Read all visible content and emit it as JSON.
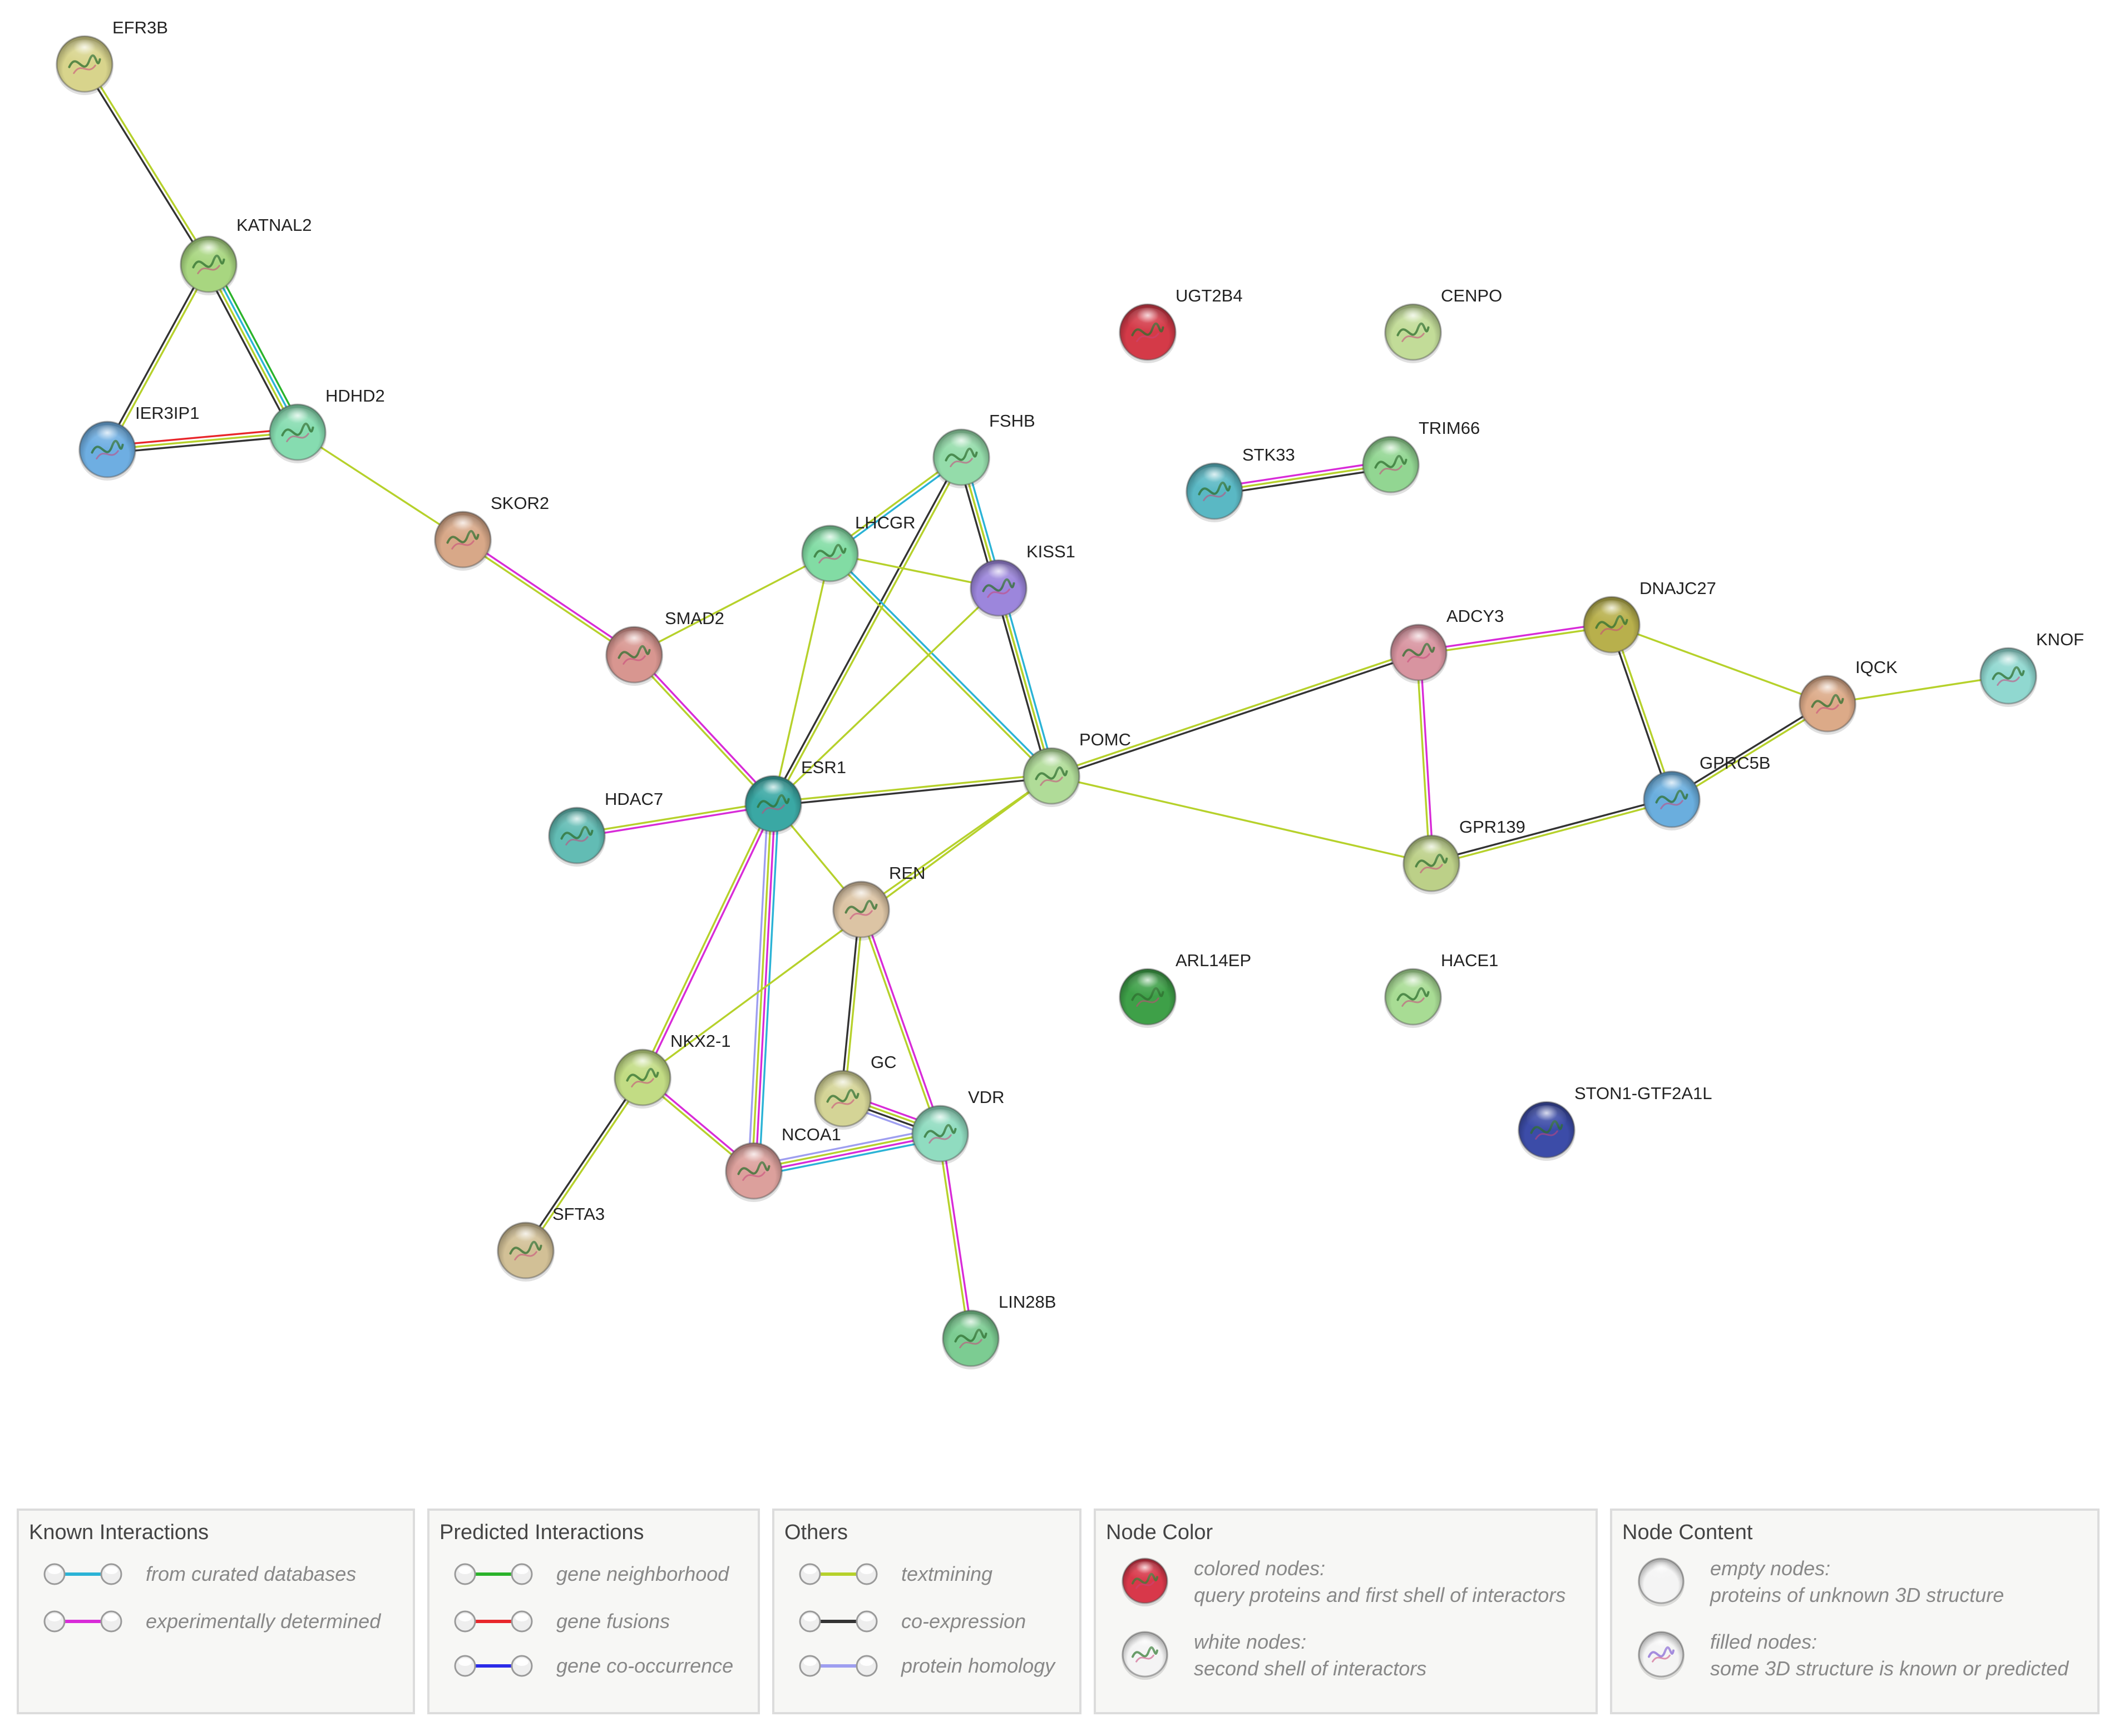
{
  "network": {
    "nodes": [
      {
        "id": "EFR3B",
        "color": "#d8d48c",
        "structure": true
      },
      {
        "id": "KATNAL2",
        "color": "#a8d680",
        "structure": true
      },
      {
        "id": "IER3IP1",
        "color": "#6eaee2",
        "structure": true
      },
      {
        "id": "HDHD2",
        "color": "#86dcb0",
        "structure": true
      },
      {
        "id": "SKOR2",
        "color": "#d8a888",
        "structure": true
      },
      {
        "id": "SMAD2",
        "color": "#d89690",
        "structure": true
      },
      {
        "id": "FSHB",
        "color": "#94dcaa",
        "structure": true
      },
      {
        "id": "LHCGR",
        "color": "#82dca4",
        "structure": true
      },
      {
        "id": "KISS1",
        "color": "#9c86dc",
        "structure": true
      },
      {
        "id": "ESR1",
        "color": "#3aa8a4",
        "structure": true
      },
      {
        "id": "HDAC7",
        "color": "#62bcb4",
        "structure": true
      },
      {
        "id": "POMC",
        "color": "#b0dc98",
        "structure": true
      },
      {
        "id": "REN",
        "color": "#dcc4a4",
        "structure": true
      },
      {
        "id": "NKX2-1",
        "color": "#c2dc84",
        "structure": true
      },
      {
        "id": "GC",
        "color": "#d4d496",
        "structure": true
      },
      {
        "id": "VDR",
        "color": "#90dcc0",
        "structure": true
      },
      {
        "id": "NCOA1",
        "color": "#dca09c",
        "structure": true
      },
      {
        "id": "SFTA3",
        "color": "#d2c096",
        "structure": true
      },
      {
        "id": "LIN28B",
        "color": "#7ccc92",
        "structure": true
      },
      {
        "id": "UGT2B4",
        "color": "#d43a48",
        "structure": true
      },
      {
        "id": "CENPO",
        "color": "#c2dc98",
        "structure": true
      },
      {
        "id": "STK33",
        "color": "#5ab8c4",
        "structure": true
      },
      {
        "id": "TRIM66",
        "color": "#92d692",
        "structure": true
      },
      {
        "id": "ADCY3",
        "color": "#d894a0",
        "structure": true
      },
      {
        "id": "DNAJC27",
        "color": "#b8b04c",
        "structure": true
      },
      {
        "id": "IQCK",
        "color": "#dcaa88",
        "structure": true
      },
      {
        "id": "KNOF",
        "color": "#90d8d0",
        "structure": true
      },
      {
        "id": "GPRC5B",
        "color": "#6aaede",
        "structure": true
      },
      {
        "id": "GPR139",
        "color": "#bcd088",
        "structure": true
      },
      {
        "id": "ARL14EP",
        "color": "#3ea048",
        "structure": true
      },
      {
        "id": "HACE1",
        "color": "#a8dc94",
        "structure": true
      },
      {
        "id": "STON1-GTF2A1L",
        "color": "#3c4ca8",
        "structure": true
      }
    ],
    "edges": [
      {
        "source": "EFR3B",
        "target": "KATNAL2",
        "evidence": [
          "textmining",
          "coexpression"
        ]
      },
      {
        "source": "KATNAL2",
        "target": "IER3IP1",
        "evidence": [
          "textmining",
          "coexpression"
        ]
      },
      {
        "source": "KATNAL2",
        "target": "HDHD2",
        "evidence": [
          "neighborhood",
          "curated",
          "textmining",
          "coexpression"
        ]
      },
      {
        "source": "IER3IP1",
        "target": "HDHD2",
        "evidence": [
          "fusion",
          "textmining",
          "coexpression"
        ]
      },
      {
        "source": "HDHD2",
        "target": "SKOR2",
        "evidence": [
          "textmining"
        ]
      },
      {
        "source": "SKOR2",
        "target": "SMAD2",
        "evidence": [
          "experimental",
          "textmining"
        ]
      },
      {
        "source": "SMAD2",
        "target": "ESR1",
        "evidence": [
          "experimental",
          "textmining"
        ]
      },
      {
        "source": "SMAD2",
        "target": "LHCGR",
        "evidence": [
          "textmining"
        ]
      },
      {
        "source": "FSHB",
        "target": "LHCGR",
        "evidence": [
          "curated",
          "textmining"
        ]
      },
      {
        "source": "FSHB",
        "target": "KISS1",
        "evidence": [
          "curated",
          "textmining",
          "coexpression"
        ]
      },
      {
        "source": "FSHB",
        "target": "POMC",
        "evidence": [
          "textmining"
        ]
      },
      {
        "source": "FSHB",
        "target": "ESR1",
        "evidence": [
          "textmining",
          "coexpression"
        ]
      },
      {
        "source": "LHCGR",
        "target": "KISS1",
        "evidence": [
          "textmining"
        ]
      },
      {
        "source": "LHCGR",
        "target": "ESR1",
        "evidence": [
          "textmining"
        ]
      },
      {
        "source": "LHCGR",
        "target": "POMC",
        "evidence": [
          "curated",
          "textmining"
        ]
      },
      {
        "source": "KISS1",
        "target": "POMC",
        "evidence": [
          "curated",
          "textmining",
          "coexpression"
        ]
      },
      {
        "source": "KISS1",
        "target": "ESR1",
        "evidence": [
          "textmining"
        ]
      },
      {
        "source": "ESR1",
        "target": "POMC",
        "evidence": [
          "textmining",
          "coexpression"
        ]
      },
      {
        "source": "ESR1",
        "target": "HDAC7",
        "evidence": [
          "experimental",
          "textmining"
        ]
      },
      {
        "source": "ESR1",
        "target": "REN",
        "evidence": [
          "textmining"
        ]
      },
      {
        "source": "ESR1",
        "target": "NKX2-1",
        "evidence": [
          "experimental",
          "textmining"
        ]
      },
      {
        "source": "ESR1",
        "target": "NCOA1",
        "evidence": [
          "curated",
          "experimental",
          "textmining",
          "homology"
        ]
      },
      {
        "source": "POMC",
        "target": "REN",
        "evidence": [
          "textmining"
        ]
      },
      {
        "source": "POMC",
        "target": "NKX2-1",
        "evidence": [
          "textmining"
        ]
      },
      {
        "source": "POMC",
        "target": "ADCY3",
        "evidence": [
          "textmining",
          "coexpression"
        ]
      },
      {
        "source": "POMC",
        "target": "GPR139",
        "evidence": [
          "textmining"
        ]
      },
      {
        "source": "REN",
        "target": "GC",
        "evidence": [
          "textmining",
          "coexpression"
        ]
      },
      {
        "source": "REN",
        "target": "VDR",
        "evidence": [
          "experimental",
          "textmining"
        ]
      },
      {
        "source": "NKX2-1",
        "target": "SFTA3",
        "evidence": [
          "textmining",
          "coexpression"
        ]
      },
      {
        "source": "NKX2-1",
        "target": "NCOA1",
        "evidence": [
          "experimental",
          "textmining"
        ]
      },
      {
        "source": "GC",
        "target": "VDR",
        "evidence": [
          "experimental",
          "textmining",
          "coexpression",
          "homology"
        ]
      },
      {
        "source": "VDR",
        "target": "NCOA1",
        "evidence": [
          "curated",
          "experimental",
          "textmining",
          "homology"
        ]
      },
      {
        "source": "VDR",
        "target": "LIN28B",
        "evidence": [
          "experimental",
          "textmining"
        ]
      },
      {
        "source": "STK33",
        "target": "TRIM66",
        "evidence": [
          "experimental",
          "textmining",
          "coexpression"
        ]
      },
      {
        "source": "ADCY3",
        "target": "DNAJC27",
        "evidence": [
          "experimental",
          "textmining"
        ]
      },
      {
        "source": "ADCY3",
        "target": "GPR139",
        "evidence": [
          "experimental",
          "textmining"
        ]
      },
      {
        "source": "DNAJC27",
        "target": "IQCK",
        "evidence": [
          "textmining"
        ]
      },
      {
        "source": "DNAJC27",
        "target": "GPRC5B",
        "evidence": [
          "textmining",
          "coexpression"
        ]
      },
      {
        "source": "IQCK",
        "target": "KNOF",
        "evidence": [
          "textmining"
        ]
      },
      {
        "source": "IQCK",
        "target": "GPRC5B",
        "evidence": [
          "textmining",
          "coexpression"
        ]
      },
      {
        "source": "GPRC5B",
        "target": "GPR139",
        "evidence": [
          "textmining",
          "coexpression"
        ]
      }
    ]
  },
  "evidence_colors": {
    "curated": "#2bb3d6",
    "experimental": "#d82bd8",
    "neighborhood": "#2bb32b",
    "fusion": "#e8262b",
    "cooccurrence": "#2b2be8",
    "textmining": "#b6d12b",
    "coexpression": "#333333",
    "homology": "#9e9ef0"
  },
  "legend": {
    "known": {
      "title": "Known Interactions",
      "items": [
        {
          "label": "from curated databases",
          "color": "#2bb3d6"
        },
        {
          "label": "experimentally determined",
          "color": "#d82bd8"
        }
      ]
    },
    "predicted": {
      "title": "Predicted Interactions",
      "items": [
        {
          "label": "gene neighborhood",
          "color": "#2bb32b"
        },
        {
          "label": "gene fusions",
          "color": "#e8262b"
        },
        {
          "label": "gene co-occurrence",
          "color": "#2b2be8"
        }
      ]
    },
    "others": {
      "title": "Others",
      "items": [
        {
          "label": "textmining",
          "color": "#b6d12b"
        },
        {
          "label": "co-expression",
          "color": "#333333"
        },
        {
          "label": "protein homology",
          "color": "#9e9ef0"
        }
      ]
    },
    "node_color": {
      "title": "Node Color",
      "items": [
        {
          "line1": "colored nodes:",
          "line2": "query proteins and first shell of interactors",
          "color": "#d8384a"
        },
        {
          "line1": "white nodes:",
          "line2": "second shell of interactors",
          "color": "#f4f4f4"
        }
      ]
    },
    "node_content": {
      "title": "Node Content",
      "items": [
        {
          "line1": "empty nodes:",
          "line2": "proteins of unknown 3D structure",
          "color": "#f4f4f4"
        },
        {
          "line1": "filled nodes:",
          "line2": "some 3D structure is known or predicted",
          "color": "#f4f4f4"
        }
      ]
    }
  }
}
